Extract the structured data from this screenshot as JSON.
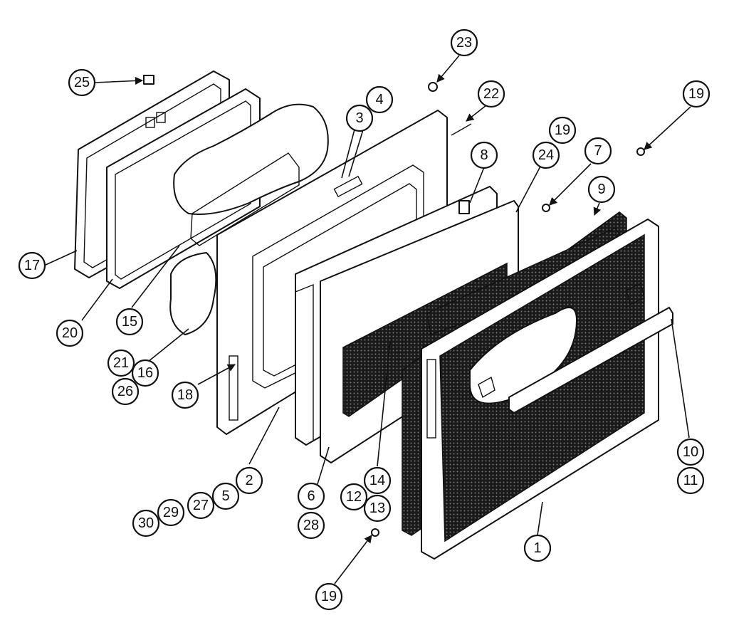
{
  "callouts": {
    "c1": "1",
    "c2": "2",
    "c3": "3",
    "c4": "4",
    "c5": "5",
    "c6": "6",
    "c7": "7",
    "c8": "8",
    "c9": "9",
    "c10": "10",
    "c11": "11",
    "c12": "12",
    "c13": "13",
    "c14": "14",
    "c15": "15",
    "c16": "16",
    "c17": "17",
    "c18": "18",
    "c19a": "19",
    "c19b": "19",
    "c19c": "19",
    "c20": "20",
    "c21": "21",
    "c22": "22",
    "c23": "23",
    "c24": "24",
    "c25": "25",
    "c26": "26",
    "c27": "27",
    "c28": "28",
    "c29": "29",
    "c30": "30"
  }
}
